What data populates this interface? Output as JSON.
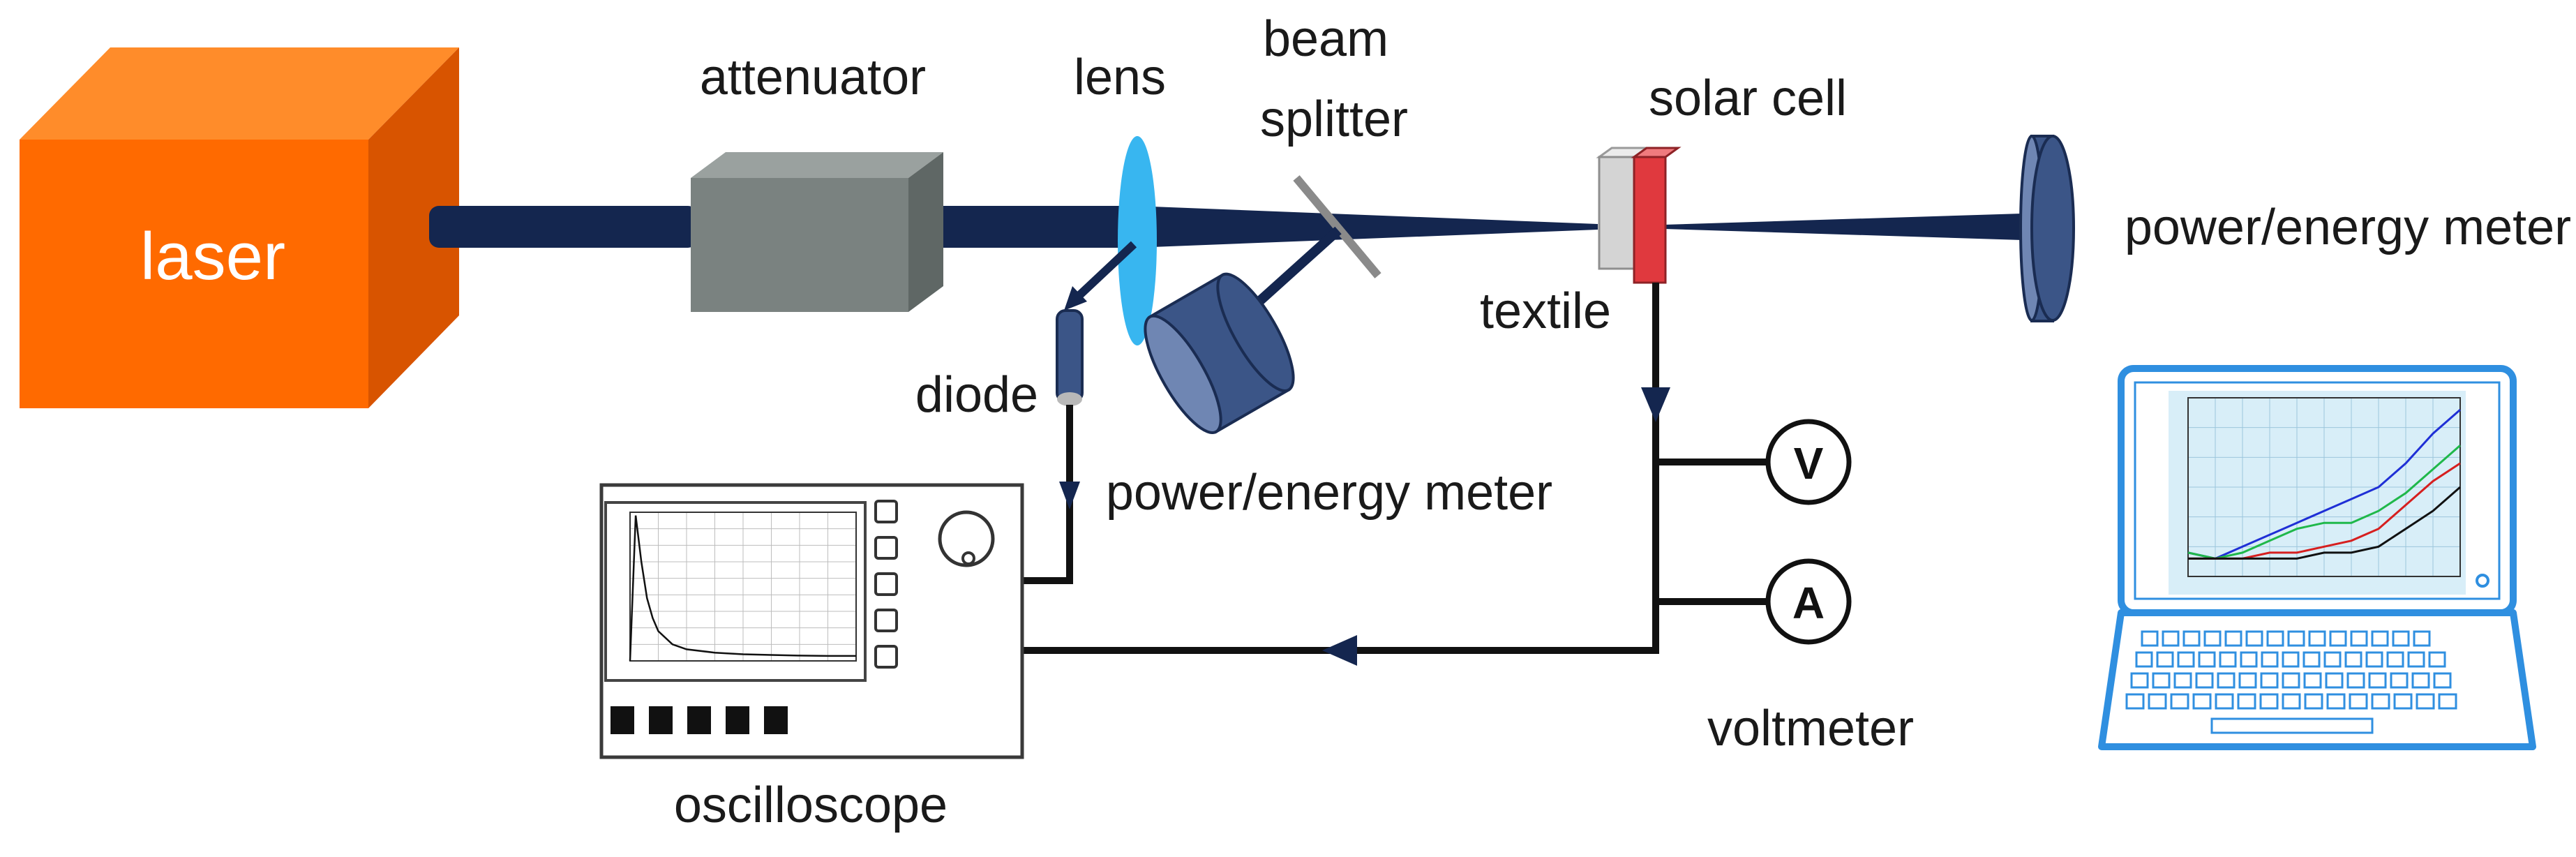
{
  "labels": {
    "laser": "laser",
    "attenuator": "attenuator",
    "lens": "lens",
    "beam_splitter_1": "beam",
    "beam_splitter_2": "splitter",
    "solar_cell": "solar cell",
    "textile": "textile",
    "diode": "diode",
    "power_meter_mid": "power/energy meter",
    "power_meter_right": "power/energy meter",
    "oscilloscope": "oscilloscope",
    "voltmeter": "voltmeter",
    "voltmeter_symbol": "V",
    "ammeter_symbol": "A"
  },
  "colors": {
    "laser": "#ff6a00",
    "laser_top": "#ff8c2a",
    "laser_side": "#d85400",
    "beam": "#14264f",
    "attenuator": "#7a8280",
    "lens": "#38b6f0",
    "meter": "#3b5587",
    "solar_red": "#e0393e",
    "solar_grey": "#d4d4d4",
    "laptop": "#2f8fe0",
    "wire": "#111111"
  },
  "chart_data": [
    {
      "type": "line",
      "title": "",
      "series": [
        {
          "name": "",
          "x": [
            0,
            2,
            4,
            6,
            8,
            10,
            15,
            20,
            30,
            40,
            50,
            60,
            70,
            80
          ],
          "y": [
            0,
            440,
            300,
            190,
            130,
            90,
            50,
            35,
            25,
            20,
            18,
            16,
            15,
            15
          ]
        }
      ],
      "ylim": [
        0,
        450
      ],
      "xlim": [
        0,
        80
      ],
      "grid": true
    },
    {
      "type": "line",
      "title": "",
      "series": [
        {
          "name": "",
          "x": [
            0,
            10,
            20,
            30,
            40,
            50,
            60,
            70,
            80,
            90,
            100
          ],
          "y": [
            4,
            3,
            5,
            7,
            9,
            11,
            13,
            15,
            19,
            24,
            28
          ]
        },
        {
          "name": "",
          "x": [
            0,
            10,
            20,
            30,
            40,
            50,
            60,
            70,
            80,
            90,
            100
          ],
          "y": [
            4,
            3,
            4,
            6,
            8,
            9,
            9,
            11,
            14,
            18,
            22
          ]
        },
        {
          "name": "",
          "x": [
            0,
            10,
            20,
            30,
            40,
            50,
            60,
            70,
            80,
            90,
            100
          ],
          "y": [
            3,
            3,
            3,
            4,
            4,
            5,
            6,
            8,
            12,
            16,
            19
          ]
        },
        {
          "name": "",
          "x": [
            0,
            10,
            20,
            30,
            40,
            50,
            60,
            70,
            80,
            90,
            100
          ],
          "y": [
            3,
            3,
            3,
            3,
            3,
            4,
            4,
            5,
            8,
            11,
            15
          ]
        }
      ],
      "ylim": [
        0,
        30
      ],
      "xlim": [
        0,
        100
      ],
      "grid": true
    }
  ]
}
